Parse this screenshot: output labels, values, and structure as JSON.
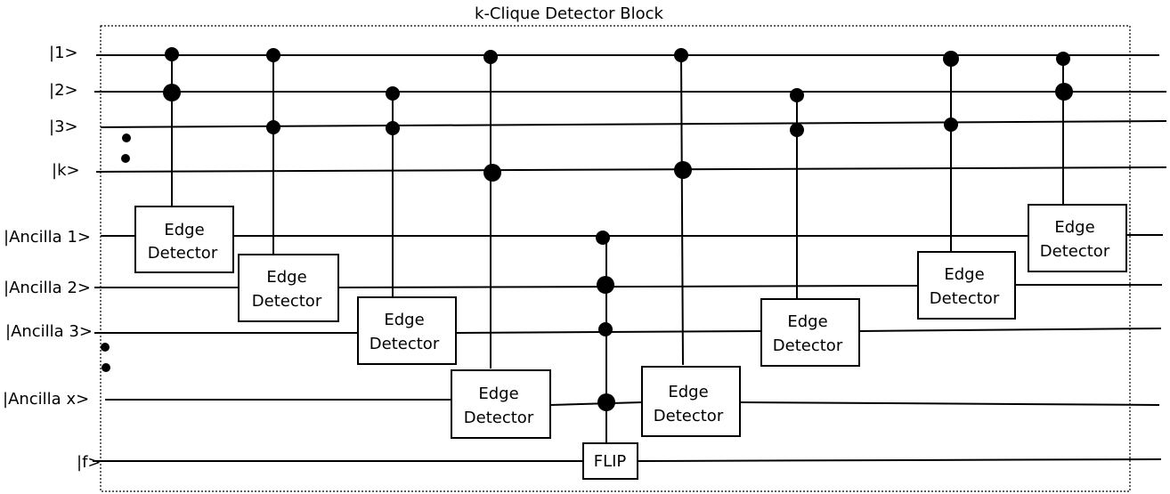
{
  "title": "k-Clique Detector Block",
  "qubit_labels": [
    "|1>",
    "|2>",
    "|3>",
    "|k>",
    "|Ancilla 1>",
    "|Ancilla 2>",
    "|Ancilla 3>",
    "|Ancilla x>",
    "|f>"
  ],
  "edge_detector": {
    "line1": "Edge",
    "line2": "Detector"
  },
  "flip_label": "FLIP"
}
